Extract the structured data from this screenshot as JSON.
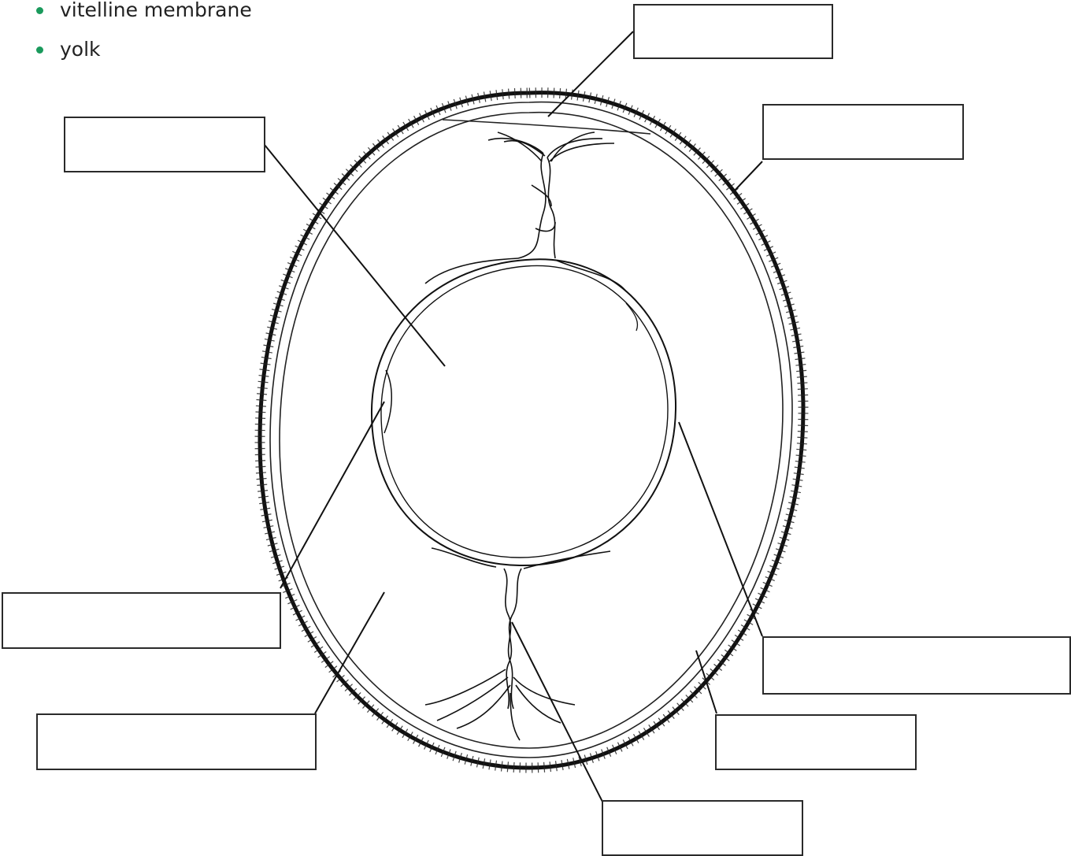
{
  "word_list": {
    "items": [
      {
        "label": "vitelline membrane"
      },
      {
        "label": "yolk"
      }
    ],
    "bullet_color": "#1a9a5c"
  },
  "diagram": {
    "subject": "egg cross-section",
    "label_boxes": [
      {
        "id": "box-top-center",
        "text": ""
      },
      {
        "id": "box-top-right",
        "text": ""
      },
      {
        "id": "box-top-left",
        "text": ""
      },
      {
        "id": "box-middle-left",
        "text": ""
      },
      {
        "id": "box-right-lower",
        "text": ""
      },
      {
        "id": "box-bottom-left",
        "text": ""
      },
      {
        "id": "box-bottom-right",
        "text": ""
      },
      {
        "id": "box-bottom-center",
        "text": ""
      }
    ]
  }
}
